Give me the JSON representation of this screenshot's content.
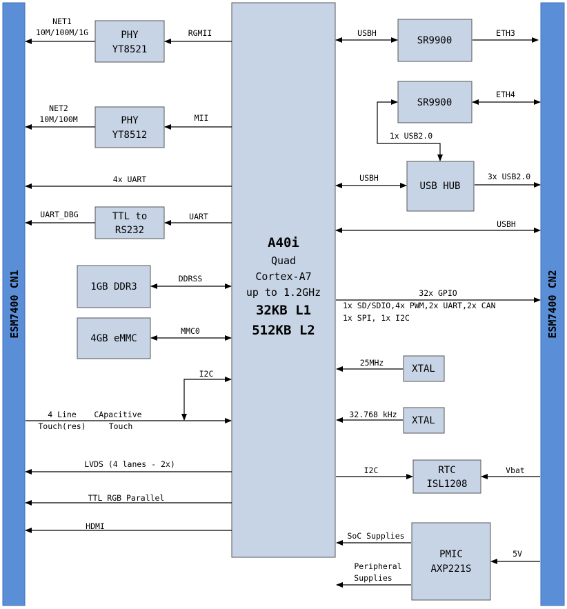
{
  "connectors": {
    "left": "ESM7400 CN1",
    "right": "ESM7400 CN2",
    "color": "#5a8fd8"
  },
  "soc": {
    "name": "A40i",
    "line1": "Quad",
    "line2": "Cortex-A7",
    "line3": "up to 1.2GHz",
    "line4": "32KB L1",
    "line5": "512KB L2",
    "fill": "#c7d4e6"
  },
  "blocks": {
    "phy1": {
      "line1": "PHY",
      "line2": "YT8521"
    },
    "phy2": {
      "line1": "PHY",
      "line2": "YT8512"
    },
    "ttl": {
      "line1": "TTL to",
      "line2": "RS232"
    },
    "ddr": "1GB DDR3",
    "emmc": "4GB eMMC",
    "sr9900_a": "SR9900",
    "sr9900_b": "SR9900",
    "usbhub": "USB HUB",
    "xtal1": "XTAL",
    "xtal2": "XTAL",
    "rtc": {
      "line1": "RTC",
      "line2": "ISL1208"
    },
    "pmic": {
      "line1": "PMIC",
      "line2": "AXP221S"
    }
  },
  "labels": {
    "net1_a": "NET1",
    "net1_b": "10M/100M/1G",
    "rgmii": "RGMII",
    "net2_a": "NET2",
    "net2_b": "10M/100M",
    "mii": "MII",
    "uart4": "4x UART",
    "uart_dbg": "UART_DBG",
    "uart": "UART",
    "ddrss": "DDRSS",
    "mmc0": "MMC0",
    "i2c_left": "I2C",
    "touch_a": "4 Line",
    "touch_b": "Touch(res)",
    "touch_c": "CApacitive",
    "touch_d": "Touch",
    "lvds": "LVDS (4 lanes - 2x)",
    "ttl_rgb": "TTL RGB Parallel",
    "hdmi": "HDMI",
    "usbh1": "USBH",
    "eth3": "ETH3",
    "eth4": "ETH4",
    "usb20_1x": "1x USB2.0",
    "usbh2": "USBH",
    "usb20_3x": "3x USB2.0",
    "usbh3": "USBH",
    "gpio32": "32x GPIO",
    "periph1": "1x SD/SDIO,4x PWM,2x UART,2x CAN",
    "periph2": "1x SPI, 1x I2C",
    "f25": "25MHz",
    "f32": "32.768 kHz",
    "i2c_right": "I2C",
    "vbat": "Vbat",
    "soc_supplies": "SoC Supplies",
    "periph_sup1": "Peripheral",
    "periph_sup2": "Supplies",
    "v5": "5V"
  },
  "colors": {
    "block_fill": "#c7d4e6",
    "block_stroke": "#555555",
    "connector_fill": "#5a8fd8"
  }
}
